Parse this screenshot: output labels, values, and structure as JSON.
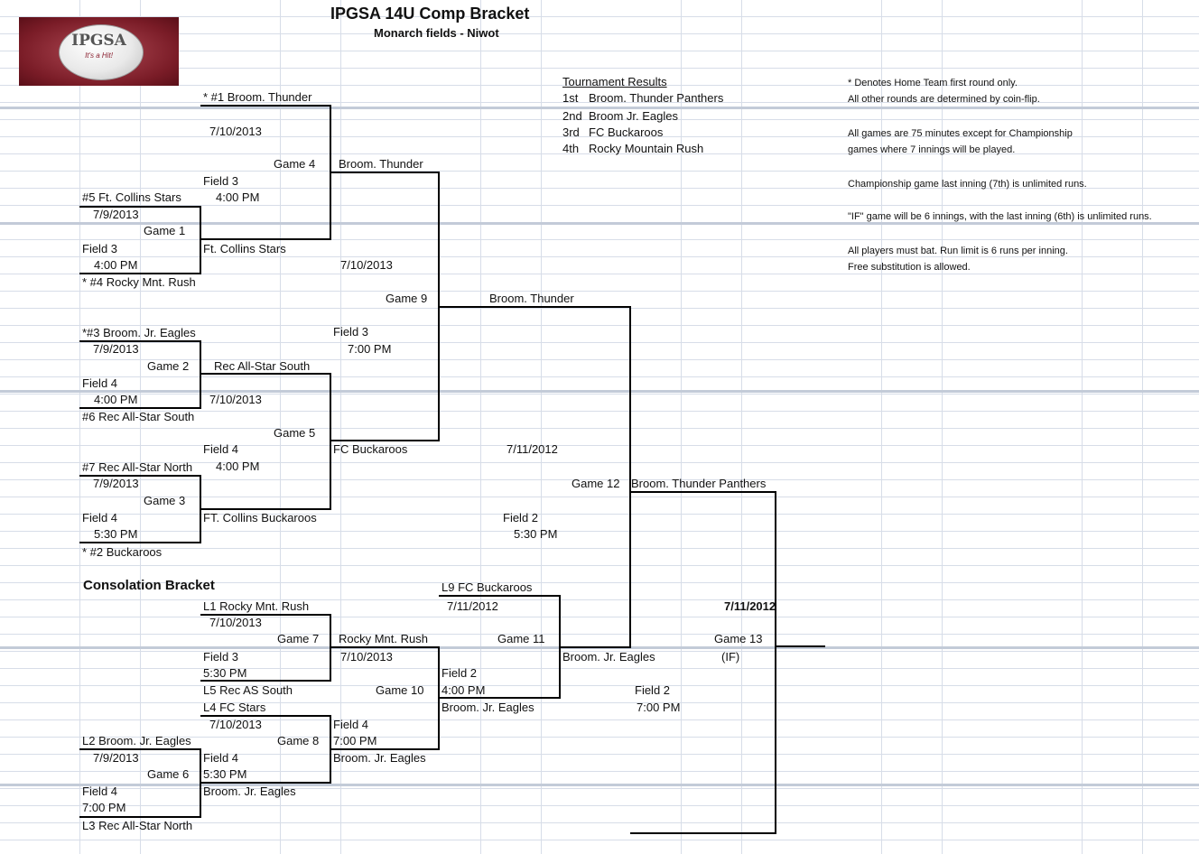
{
  "header": {
    "title": "IPGSA 14U Comp Bracket",
    "subtitle": "Monarch fields - Niwot"
  },
  "logo": {
    "text": "IPGSA",
    "tagline": "It's a Hit!"
  },
  "results": {
    "heading": "Tournament Results",
    "rows": [
      {
        "place": "1st",
        "team": "Broom. Thunder Panthers"
      },
      {
        "place": "2nd",
        "team": "Broom Jr. Eagles"
      },
      {
        "place": "3rd",
        "team": "FC Buckaroos"
      },
      {
        "place": "4th",
        "team": "Rocky Mountain Rush"
      }
    ]
  },
  "notes": [
    "* Denotes Home Team first round only.",
    "All other rounds are determined by coin-flip.",
    "All games are 75 minutes except for Championship",
    "games where 7 innings will be played.",
    "Championship game last inning (7th) is unlimited runs.",
    "\"IF\" game will be 6 innings, with the last inning (6th) is unlimited runs.",
    "All players must bat. Run limit is 6 runs per inning.",
    "Free substitution is allowed."
  ],
  "bracket": {
    "g1": {
      "top": "#5 Ft. Collins Stars",
      "date": "7/9/2013",
      "game": "Game 1",
      "field": "Field 3",
      "time": "4:00 PM",
      "bottom": "* #4 Rocky Mnt. Rush"
    },
    "g2": {
      "top": "*#3 Broom. Jr. Eagles",
      "date": "7/9/2013",
      "game": "Game 2",
      "field": "Field 4",
      "time": "4:00 PM",
      "bottom": "#6 Rec All-Star South"
    },
    "g3": {
      "top": "#7 Rec All-Star North",
      "date": "7/9/2013",
      "game": "Game 3",
      "field": "Field 4",
      "time": "5:30 PM",
      "bottom": "* #2 Buckaroos"
    },
    "g4": {
      "top": "* #1 Broom. Thunder",
      "date": "7/10/2013",
      "game": "Game 4",
      "field": "Field 3",
      "time": "4:00 PM",
      "bottom": "Ft. Collins Stars"
    },
    "g5": {
      "top": "Rec All-Star South",
      "date": "7/10/2013",
      "game": "Game 5",
      "field": "Field 4",
      "time": "4:00 PM",
      "bottom": "FT. Collins Buckaroos"
    },
    "g9": {
      "top": "Broom. Thunder",
      "date": "7/10/2013",
      "game": "Game 9",
      "field": "Field 3",
      "time": "7:00 PM",
      "bottom": "FC Buckaroos"
    },
    "g12": {
      "top": "Broom. Thunder",
      "date": "7/11/2012",
      "game": "Game 12",
      "field": "Field 2",
      "time": "5:30 PM",
      "winner": "Broom. Thunder Panthers"
    },
    "g13": {
      "date": "7/11/2012",
      "game": "Game 13",
      "if": "(IF)",
      "field": "Field 2",
      "time": "7:00 PM"
    }
  },
  "consolation": {
    "heading": "Consolation Bracket",
    "g6": {
      "top": "L2 Broom. Jr. Eagles",
      "date": "7/9/2013",
      "game": "Game 6",
      "field": "Field 4",
      "time": "7:00 PM",
      "bottom": "L3 Rec All-Star North"
    },
    "g7": {
      "top": "L1 Rocky Mnt. Rush",
      "date": "7/10/2013",
      "game": "Game 7",
      "field": "Field 3",
      "time": "5:30 PM",
      "bottom": "L5 Rec AS South"
    },
    "g8": {
      "top": "L4 FC Stars",
      "date": "7/10/2013",
      "game": "Game 8",
      "field": "Field 4",
      "time": "5:30 PM",
      "bottom": "Broom. Jr. Eagles"
    },
    "g10": {
      "top": "Rocky Mnt. Rush",
      "date": "7/10/2013",
      "game": "Game 10",
      "field": "Field 4",
      "time": "7:00 PM",
      "bottom": "Broom. Jr. Eagles"
    },
    "g11": {
      "top": "L9 FC Buckaroos",
      "date": "7/11/2012",
      "game": "Game 11",
      "field": "Field 2",
      "time": "4:00 PM",
      "bottom": "Broom. Jr. Eagles",
      "winner": "Broom. Jr. Eagles"
    }
  }
}
